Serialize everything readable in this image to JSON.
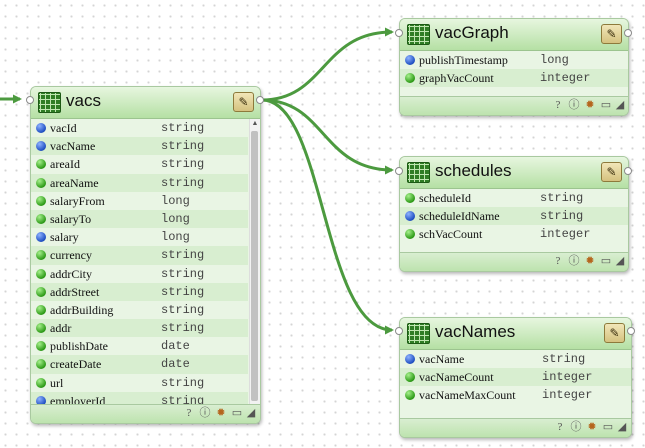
{
  "nodes": {
    "vacs": {
      "title": "vacs",
      "fields": [
        {
          "name": "vacId",
          "type": "string",
          "key": "blue"
        },
        {
          "name": "vacName",
          "type": "string",
          "key": "blue"
        },
        {
          "name": "areaId",
          "type": "string",
          "key": "green"
        },
        {
          "name": "areaName",
          "type": "string",
          "key": "green"
        },
        {
          "name": "salaryFrom",
          "type": "long",
          "key": "green"
        },
        {
          "name": "salaryTo",
          "type": "long",
          "key": "green"
        },
        {
          "name": "salary",
          "type": "long",
          "key": "blue"
        },
        {
          "name": "currency",
          "type": "string",
          "key": "green"
        },
        {
          "name": "addrCity",
          "type": "string",
          "key": "green"
        },
        {
          "name": "addrStreet",
          "type": "string",
          "key": "green"
        },
        {
          "name": "addrBuilding",
          "type": "string",
          "key": "green"
        },
        {
          "name": "addr",
          "type": "string",
          "key": "green"
        },
        {
          "name": "publishDate",
          "type": "date",
          "key": "green"
        },
        {
          "name": "createDate",
          "type": "date",
          "key": "green"
        },
        {
          "name": "url",
          "type": "string",
          "key": "green"
        },
        {
          "name": "employerId",
          "type": "string",
          "key": "blue"
        }
      ]
    },
    "vacGraph": {
      "title": "vacGraph",
      "fields": [
        {
          "name": "publishTimestamp",
          "type": "long",
          "key": "blue"
        },
        {
          "name": "graphVacCount",
          "type": "integer",
          "key": "green"
        }
      ]
    },
    "schedules": {
      "title": "schedules",
      "fields": [
        {
          "name": "scheduleId",
          "type": "string",
          "key": "green"
        },
        {
          "name": "scheduleIdName",
          "type": "string",
          "key": "blue"
        },
        {
          "name": "schVacCount",
          "type": "integer",
          "key": "green"
        }
      ]
    },
    "vacNames": {
      "title": "vacNames",
      "fields": [
        {
          "name": "vacName",
          "type": "string",
          "key": "blue"
        },
        {
          "name": "vacNameCount",
          "type": "integer",
          "key": "green"
        },
        {
          "name": "vacNameMaxCount",
          "type": "integer",
          "key": "green"
        }
      ]
    }
  },
  "footer_icons": {
    "help": "?",
    "info": "ⓘ",
    "debug": "✹",
    "comment": "▭",
    "resize": "◢"
  },
  "edit_icon": "✎",
  "colors": {
    "wire": "#4c9a3f",
    "header": "#b5e0a4",
    "key_blue": "#1f4fc2",
    "key_green": "#2c9a16"
  }
}
